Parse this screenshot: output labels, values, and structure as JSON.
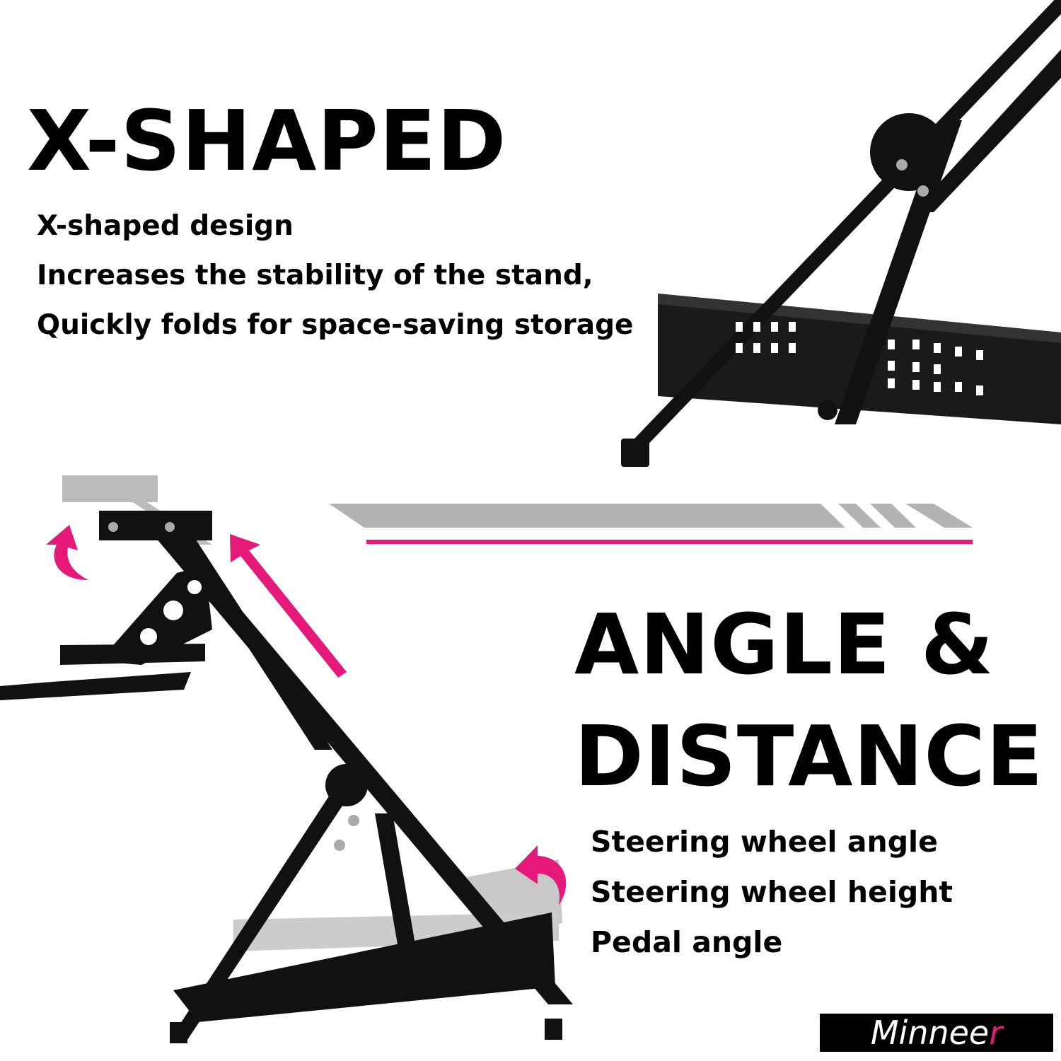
{
  "section1": {
    "title": "X-SHAPED",
    "lines": [
      "X-shaped design",
      "Increases the stability of the stand,",
      "Quickly folds for space-saving storage"
    ]
  },
  "section2": {
    "title_line1": "ANGLE &",
    "title_line2": "DISTANCE",
    "features": [
      "Steering wheel angle",
      "Steering wheel height",
      "Pedal angle"
    ]
  },
  "brand": {
    "name_main": "Minnee",
    "name_accent": "r",
    "full": "Minneer"
  },
  "colors": {
    "accent": "#e5197a",
    "stripe": "#b3b3b3",
    "frame": "#111111"
  }
}
